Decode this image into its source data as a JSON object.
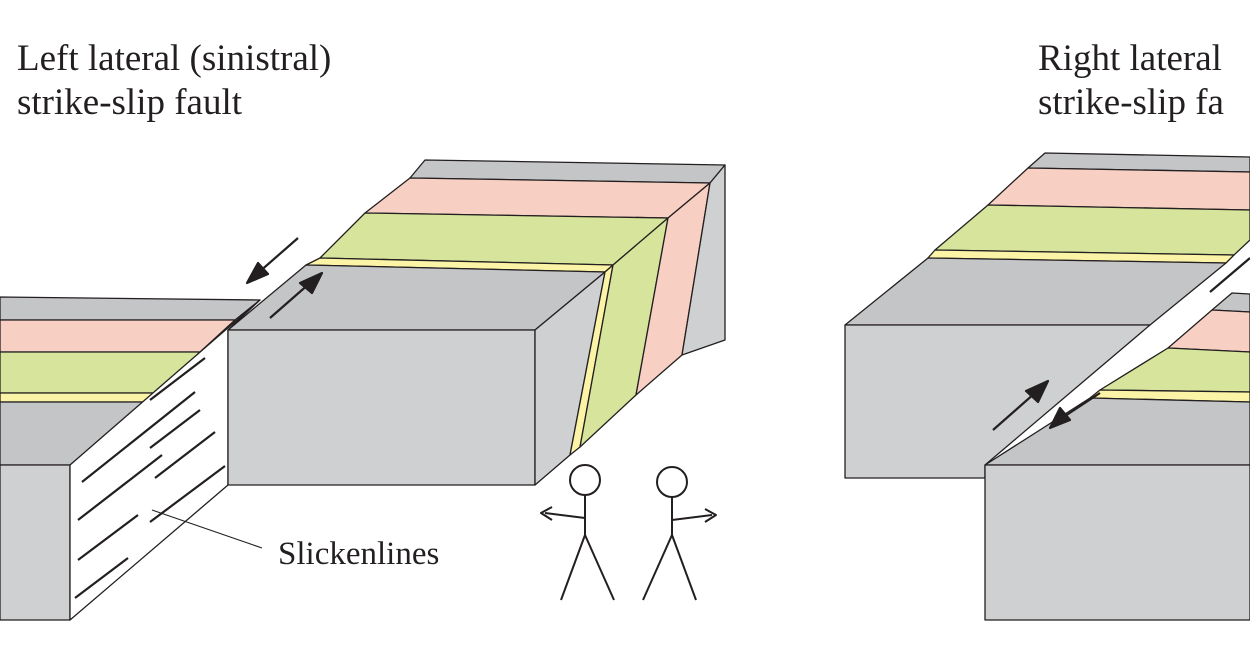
{
  "left_diagram": {
    "title_line1": "Left lateral (sinistral)",
    "title_line2": "strike-slip fault",
    "callout": "Slickenlines"
  },
  "right_diagram": {
    "title_line1": "Right lateral",
    "title_line2": "strike-slip fa"
  },
  "colors": {
    "rock_face": "#cfd0d2",
    "rock_top": "#c4c5c7",
    "layer_pink": "#f8cfc3",
    "layer_green": "#d6e49c",
    "layer_yellow": "#fbf3a6",
    "outline": "#231f20",
    "background": "#ffffff"
  }
}
